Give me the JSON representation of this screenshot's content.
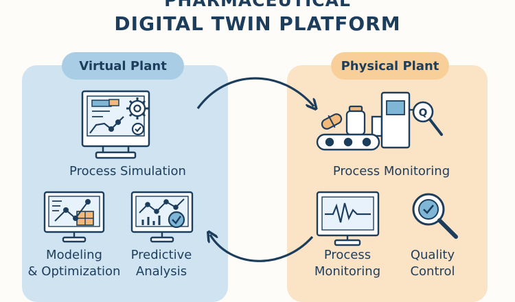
{
  "title": {
    "line1": "PHARMACEUTICAL",
    "line2": "DIGITAL TWIN PLATFORM"
  },
  "virtual_plant": {
    "heading": "Virtual Plant",
    "process_simulation": "Process Simulation",
    "modeling_line1": "Modeling",
    "modeling_line2": "& Optimization",
    "predictive_line1": "Predictive",
    "predictive_line2": "Analysis"
  },
  "physical_plant": {
    "heading": "Physical Plant",
    "process_monitoring": "Process Monitoring",
    "monitoring_line1": "Process",
    "monitoring_line2": "Monitoring",
    "quality_line1": "Quality",
    "quality_line2": "Control"
  },
  "colors": {
    "ink": "#1d3d5c",
    "virtual_panel": "#cfe3f1",
    "virtual_pill": "#a9cde4",
    "physical_panel": "#fbe3c6",
    "physical_pill": "#f8cf98",
    "accent_orange": "#f3b97a",
    "accent_blue": "#7fb6d6"
  },
  "icons": [
    "simulation-monitor-icon",
    "gear-icon",
    "check-icon",
    "modeling-chart-icon",
    "predictive-chart-icon",
    "capsule-icon",
    "bottle-icon",
    "conveyor-machine-icon",
    "magnifier-icon",
    "waveform-monitor-icon",
    "quality-magnifier-icon",
    "cycle-arrow-icon"
  ]
}
